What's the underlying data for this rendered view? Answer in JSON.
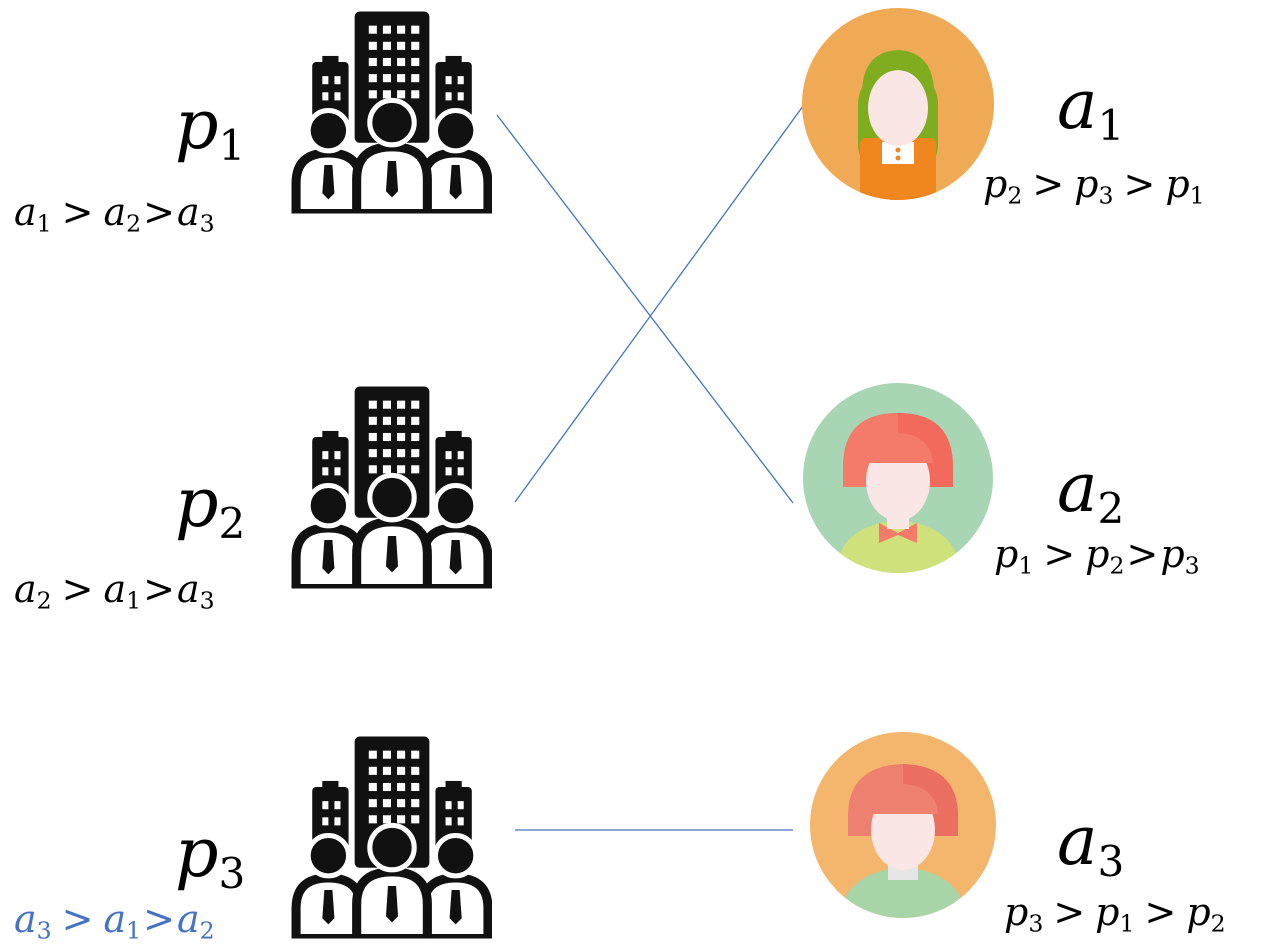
{
  "colors": {
    "line": "#4472c4",
    "highlight_text": "#4472c4",
    "building": "#111111",
    "a1_bg": "#f0a955",
    "a1_hair": "#7fad1f",
    "a1_shirt": "#f0861e",
    "a2_bg": "#a8d5b3",
    "a2_hair": "#f47a6a",
    "a2_shirt": "#cfe17a",
    "a3_bg": "#f4b56c",
    "a3_hair": "#ee8070",
    "a3_shirt": "#a8d5a8",
    "skin": "#fbe6e6"
  },
  "proposers": [
    {
      "id": "p1",
      "name": "p",
      "sub": "1",
      "pref": [
        {
          "n": "a",
          "s": "1"
        },
        {
          "n": "a",
          "s": "2"
        },
        {
          "n": "a",
          "s": "3"
        }
      ],
      "highlight": false
    },
    {
      "id": "p2",
      "name": "p",
      "sub": "2",
      "pref": [
        {
          "n": "a",
          "s": "2"
        },
        {
          "n": "a",
          "s": "1"
        },
        {
          "n": "a",
          "s": "3"
        }
      ],
      "highlight": false
    },
    {
      "id": "p3",
      "name": "p",
      "sub": "3",
      "pref": [
        {
          "n": "a",
          "s": "3"
        },
        {
          "n": "a",
          "s": "1"
        },
        {
          "n": "a",
          "s": "2"
        }
      ],
      "highlight": true
    }
  ],
  "acceptors": [
    {
      "id": "a1",
      "name": "a",
      "sub": "1",
      "pref": [
        {
          "n": "p",
          "s": "2"
        },
        {
          "n": "p",
          "s": "3"
        },
        {
          "n": "p",
          "s": "1"
        }
      ]
    },
    {
      "id": "a2",
      "name": "a",
      "sub": "2",
      "pref": [
        {
          "n": "p",
          "s": "1"
        },
        {
          "n": "p",
          "s": "2"
        },
        {
          "n": "p",
          "s": "3"
        }
      ]
    },
    {
      "id": "a3",
      "name": "a",
      "sub": "3",
      "pref": [
        {
          "n": "p",
          "s": "3"
        },
        {
          "n": "p",
          "s": "1"
        },
        {
          "n": "p",
          "s": "2"
        }
      ]
    }
  ],
  "symbols": {
    "gt": ">"
  },
  "building_icon": "office-building-with-employees-icon",
  "avatar_icons": [
    "woman-avatar-green-hair-icon",
    "woman-avatar-red-bob-icon",
    "woman-avatar-red-hair-icon"
  ],
  "matching": [
    {
      "from": "p1",
      "to": "a2"
    },
    {
      "from": "p2",
      "to": "a1"
    },
    {
      "from": "p3",
      "to": "a3"
    }
  ]
}
